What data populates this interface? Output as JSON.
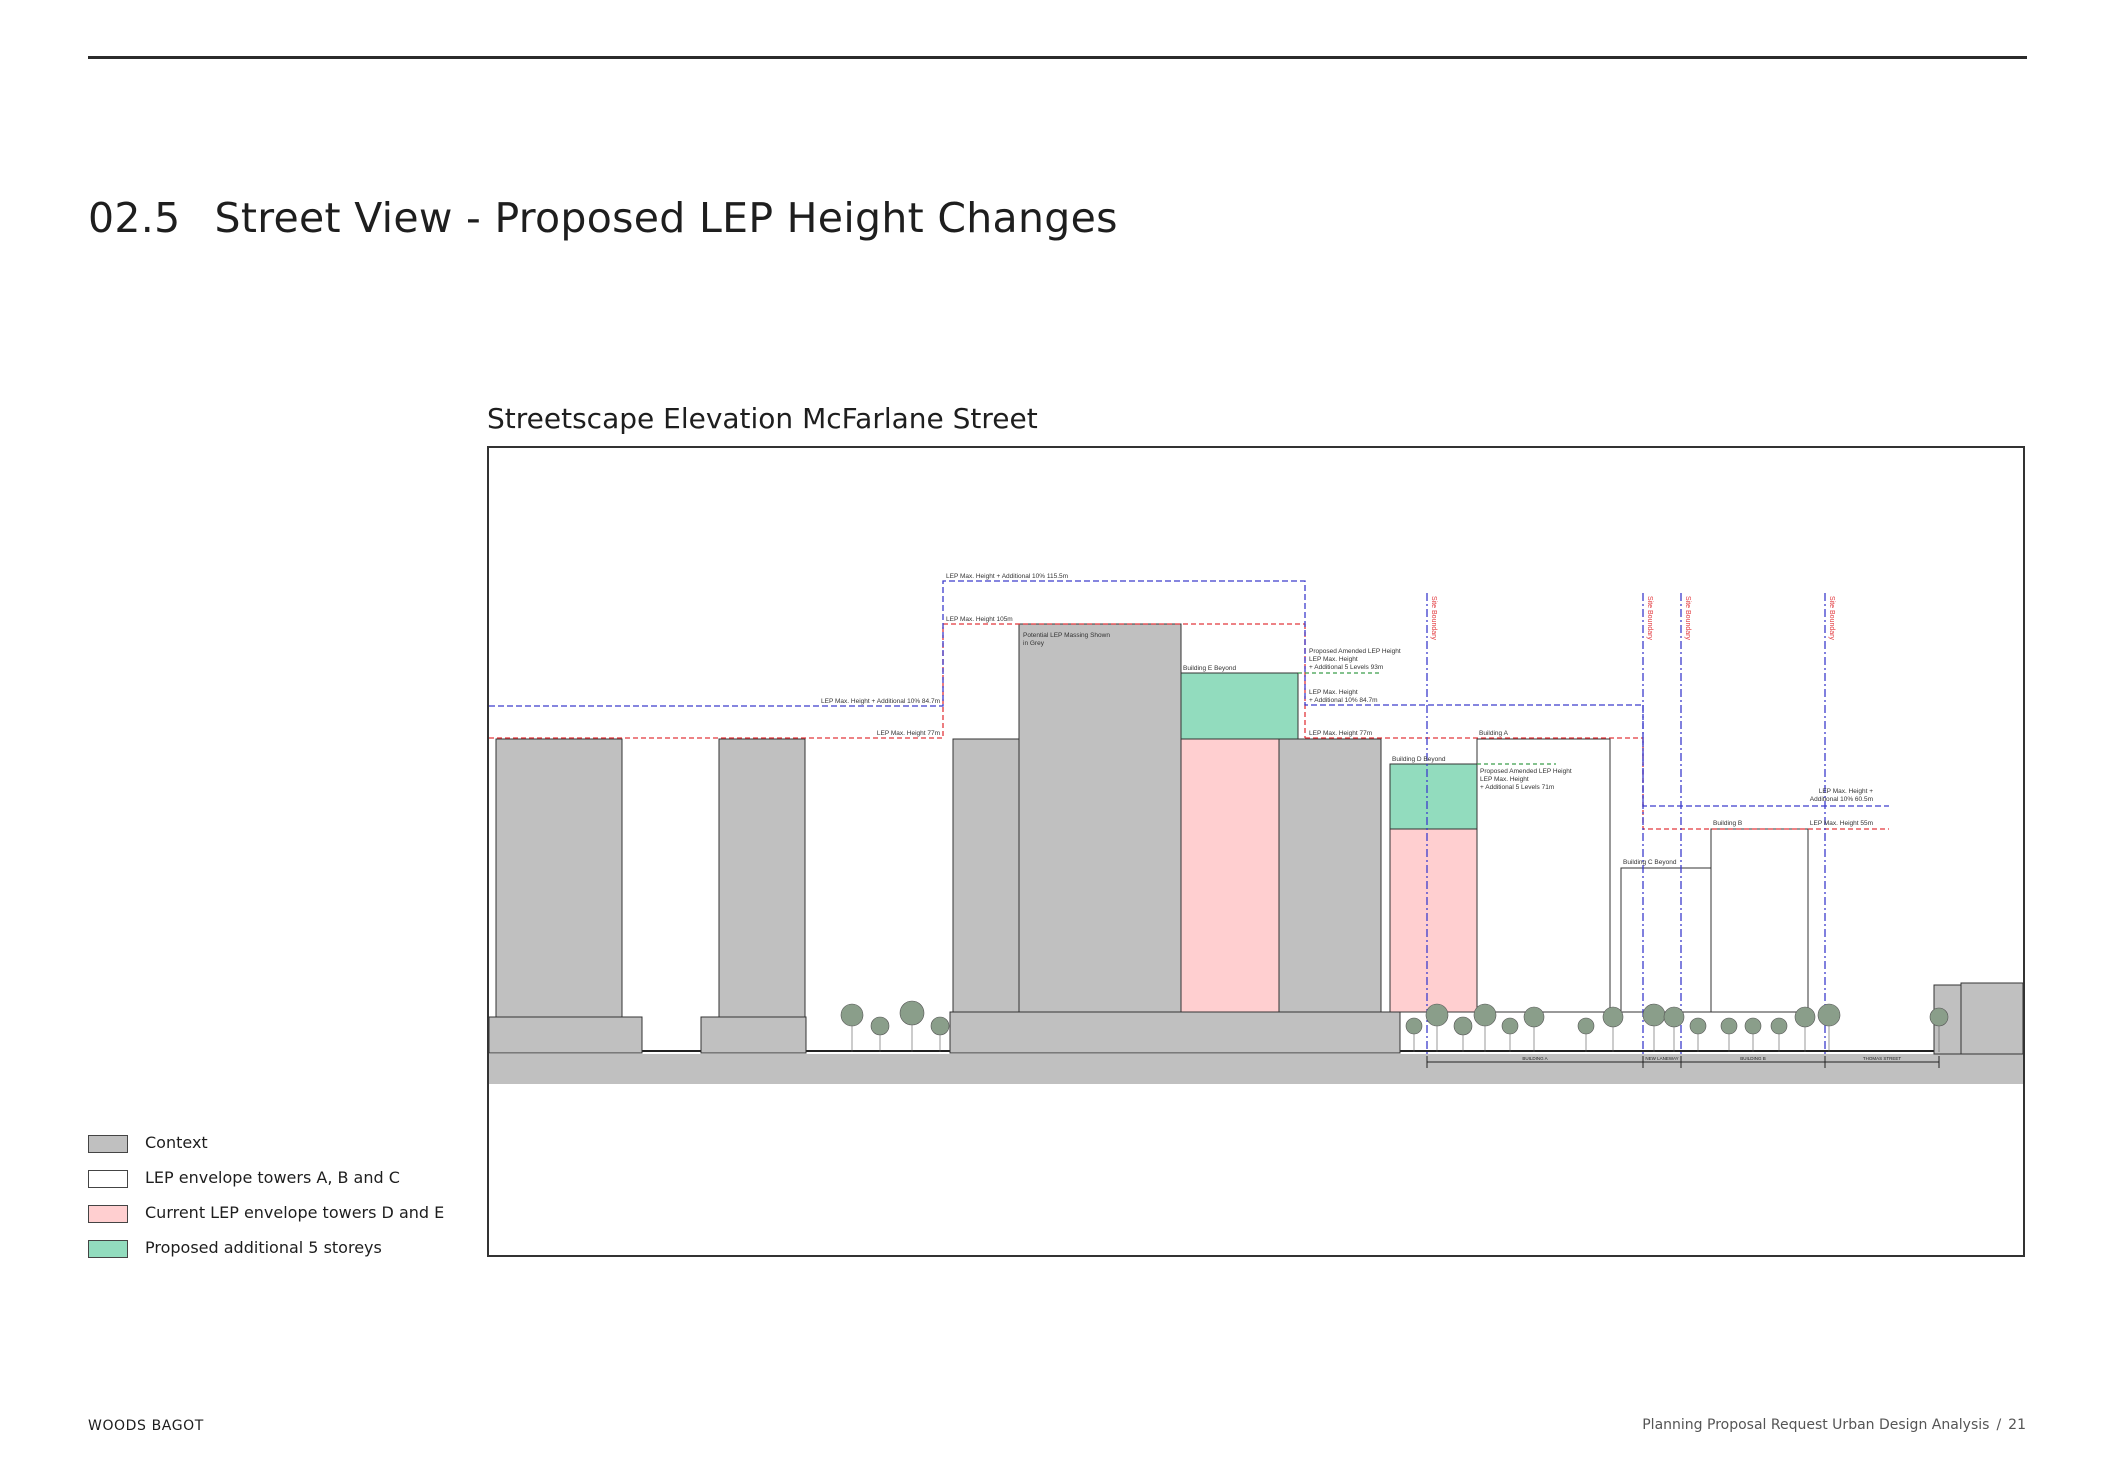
{
  "page": {
    "section_number": "02.5",
    "title": "Street View - Proposed LEP Height Changes",
    "subtitle": "Streetscape Elevation McFarlane Street"
  },
  "colors": {
    "context": "#c0c0c0",
    "lep_envelope_abc": "#ffffff",
    "current_lep_de": "#ffcfd0",
    "proposed_additional": "#92dcbe",
    "red_line": "#e2373c",
    "blue_line": "#3c3ccc",
    "green_line": "#3a9d4a",
    "tree": "#8a9e8a"
  },
  "legend": [
    {
      "label": "Context",
      "color": "#c0c0c0"
    },
    {
      "label": "LEP envelope towers A, B and C",
      "color": "#ffffff"
    },
    {
      "label": "Current LEP envelope towers D and E",
      "color": "#ffcfd0"
    },
    {
      "label": "Proposed additional 5 storeys",
      "color": "#92dcbe"
    }
  ],
  "annotations": {
    "lep115_blue": "LEP Max. Height + Additional 10% 115.5m",
    "lep105": "LEP Max. Height 105m",
    "massing_line1": "Potential LEP Massing Shown",
    "massing_line2": "in Grey",
    "building_e": "Building E Beyond",
    "prop_e_line1": "Proposed Amended LEP Height",
    "prop_e_line2": "LEP Max. Height",
    "prop_e_line3": "+ Additional 5 Levels 93m",
    "lep847_right_line1": "LEP Max. Height",
    "lep847_right_line2": "+ Additional 10% 84.7m",
    "lep847_left": "LEP Max. Height + Additional 10% 84.7m",
    "lep77_left": "LEP Max. Height 77m",
    "lep77_right": "LEP Max. Height 77m",
    "building_a": "Building A",
    "building_d": "Building D Beyond",
    "prop_d_line1": "Proposed Amended LEP Height",
    "prop_d_line2": "LEP Max. Height",
    "prop_d_line3": "+ Additional 5 Levels 71m",
    "lep605_line1": "LEP Max. Height +",
    "lep605_line2": "Additional 10% 60.5m",
    "lep55": "LEP Max. Height 55m",
    "building_b": "Building B",
    "building_c": "Building C Beyond",
    "site_boundary": "Site Boundary",
    "dim_building_a": "BUILDING A",
    "dim_laneway": "NEW LANEWAY",
    "dim_building_b": "BUILDING B",
    "dim_thomas_street": "THOMAS STREET"
  },
  "footer": {
    "left": "WOODS BAGOT",
    "document": "Planning Proposal Request Urban Design Analysis",
    "separator": "/",
    "page_number": "21"
  }
}
